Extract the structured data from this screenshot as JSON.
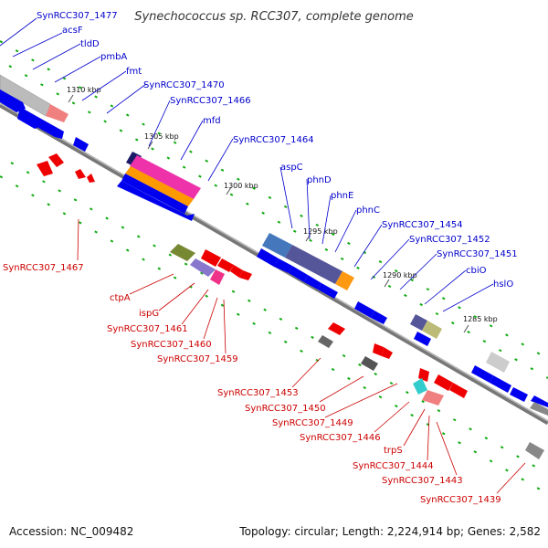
{
  "title": "Synechococcus sp. RCC307, complete genome",
  "footer": {
    "accession": "Accession: NC_009482",
    "summary": "Topology: circular; Length: 2,224,914 bp; Genes: 2,582"
  },
  "colors": {
    "forward_label": "#0000cc",
    "reverse_label": "#cc0000",
    "backbone": "#777777",
    "forward_cds": "#0000ee",
    "reverse_cds": "#ee0000",
    "tick_mark": "#118811"
  },
  "ticks": [
    "1310 kbp",
    "1305 kbp",
    "1300 kbp",
    "1295 kbp",
    "1290 kbp",
    "1285 kbp"
  ],
  "forward_labels": [
    "SynRCC307_1477",
    "acsF",
    "tldD",
    "pmbA",
    "fmt",
    "SynRCC307_1470",
    "SynRCC307_1466",
    "mfd",
    "SynRCC307_1464",
    "aspC",
    "phnD",
    "phnE",
    "phnC",
    "SynRCC307_1454",
    "SynRCC307_1452",
    "SynRCC307_1451",
    "cbiO",
    "hslO"
  ],
  "reverse_labels": [
    "SynRCC307_1467",
    "ctpA",
    "ispG",
    "SynRCC307_1461",
    "SynRCC307_1460",
    "SynRCC307_1459",
    "SynRCC307_1453",
    "SynRCC307_1450",
    "SynRCC307_1449",
    "SynRCC307_1446",
    "trpS",
    "SynRCC307_1444",
    "SynRCC307_1443",
    "SynRCC307_1439"
  ]
}
